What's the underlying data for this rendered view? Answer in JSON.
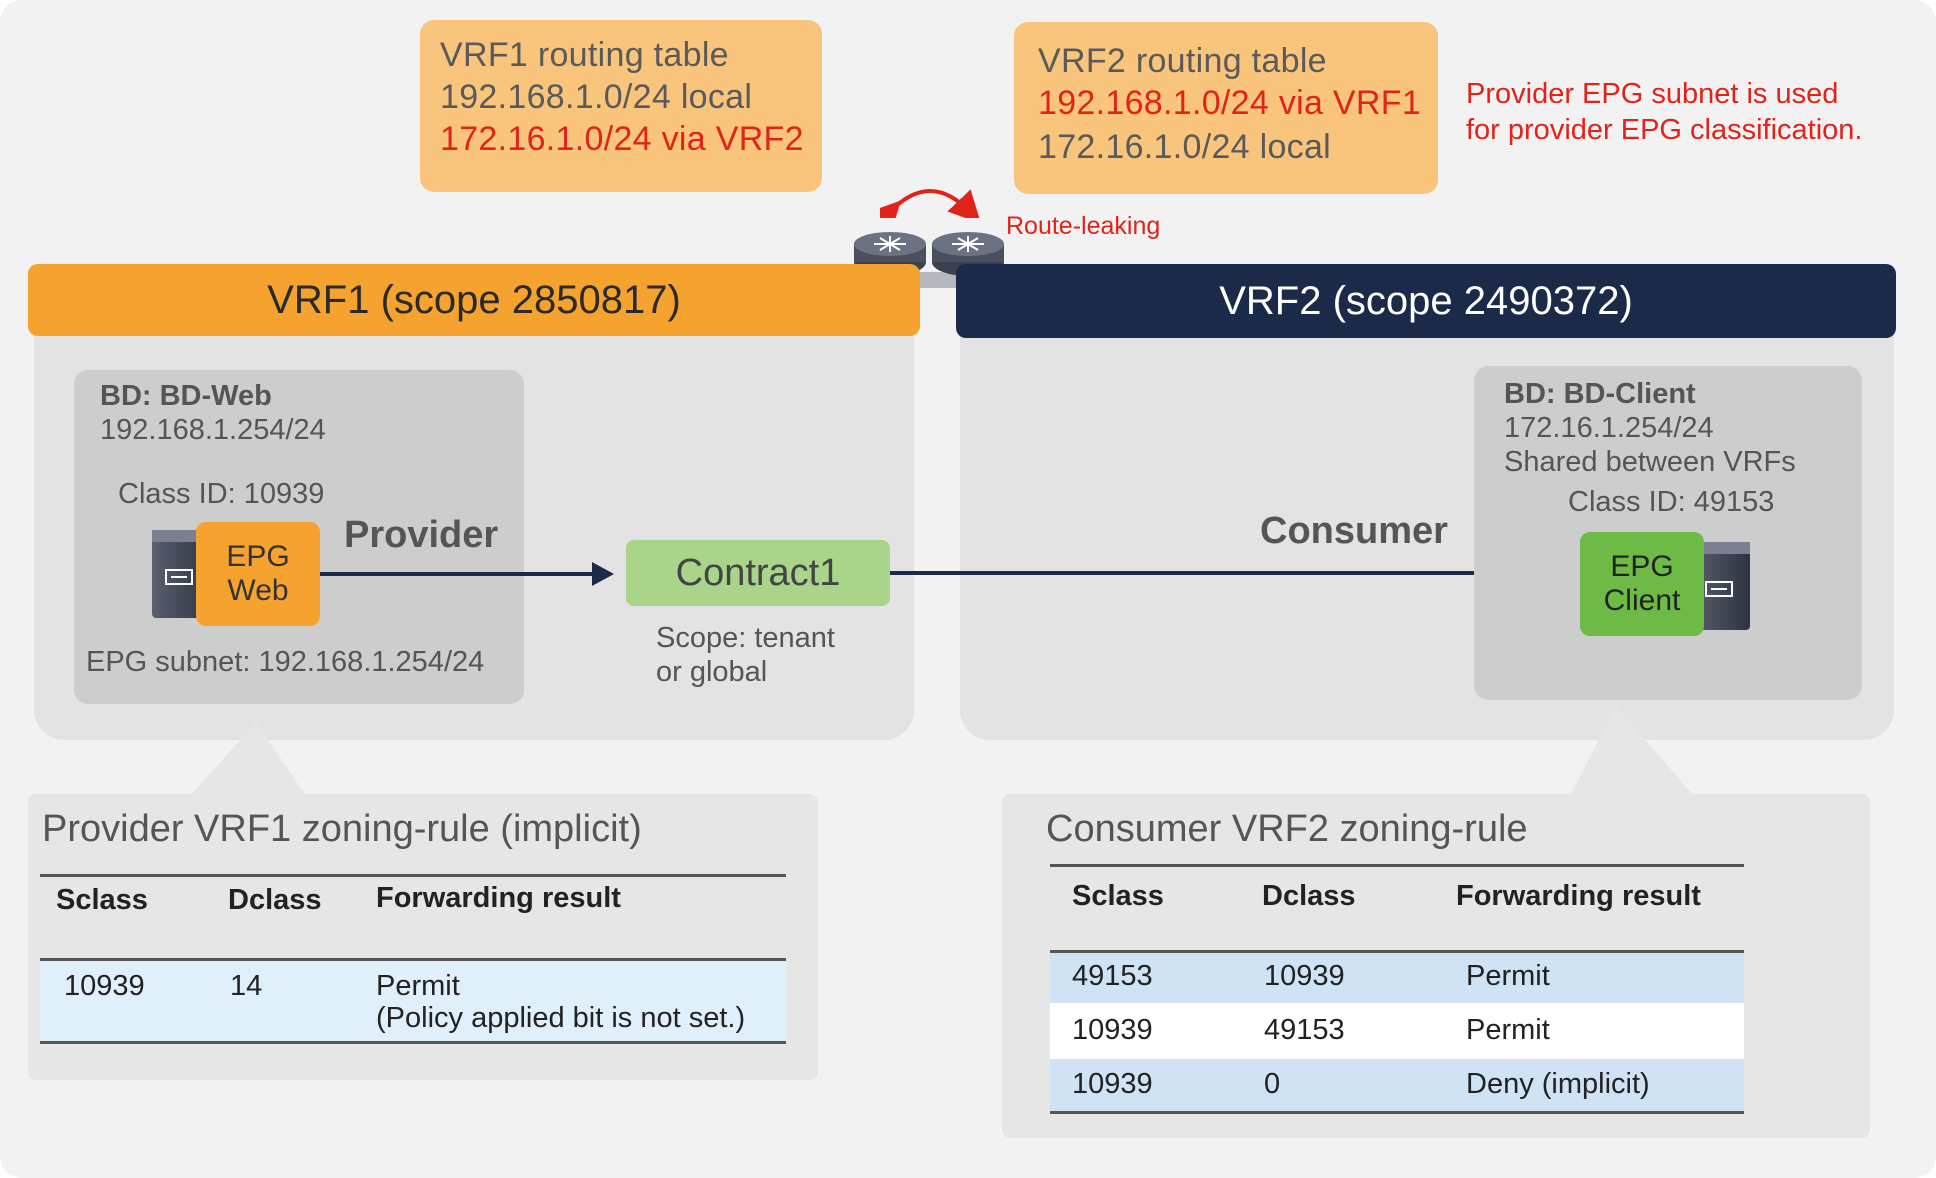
{
  "colors": {
    "vrf1_orange": "#f5a32e",
    "vrf2_navy": "#1c2a4a",
    "routing_box": "#f9c57d",
    "contract_green": "#a8d58a",
    "epg_client_green": "#6dbb46",
    "highlight_red": "#e2231a",
    "table_row_blue": "#cfe3f5"
  },
  "vrf1_routing": {
    "title": "VRF1 routing table",
    "line1": "192.168.1.0/24 local",
    "line2": "172.16.1.0/24 via VRF2"
  },
  "vrf2_routing": {
    "title": "VRF2 routing table",
    "line1": "192.168.1.0/24 via VRF1",
    "line2": "172.16.1.0/24 local"
  },
  "note": {
    "line1": "Provider EPG subnet is used",
    "line2": "for provider EPG classification."
  },
  "route_leaking": "Route-leaking",
  "vrf1": {
    "header": "VRF1 (scope 2850817)",
    "bd_title": "BD: BD-Web",
    "bd_subnet": "192.168.1.254/24",
    "class_id": "Class ID: 10939",
    "epg_line1": "EPG",
    "epg_line2": "Web",
    "role": "Provider",
    "epg_subnet": "EPG subnet: 192.168.1.254/24"
  },
  "contract": {
    "label": "Contract1",
    "scope_line1": "Scope: tenant",
    "scope_line2": "or global"
  },
  "vrf2": {
    "header": "VRF2 (scope 2490372)",
    "bd_title": "BD: BD-Client",
    "bd_subnet": "172.16.1.254/24",
    "bd_shared": "Shared between VRFs",
    "class_id": "Class ID: 49153",
    "epg_line1": "EPG",
    "epg_line2": "Client",
    "role": "Consumer"
  },
  "provider_table": {
    "title": "Provider VRF1 zoning-rule (implicit)",
    "headers": [
      "Sclass",
      "Dclass",
      "Forwarding result"
    ],
    "rows": [
      {
        "sclass": "10939",
        "dclass": "14",
        "result": "Permit",
        "result_note": "(Policy applied bit is not set.)"
      }
    ]
  },
  "consumer_table": {
    "title": "Consumer VRF2 zoning-rule",
    "headers": [
      "Sclass",
      "Dclass",
      "Forwarding result"
    ],
    "rows": [
      {
        "sclass": "49153",
        "dclass": "10939",
        "result": "Permit"
      },
      {
        "sclass": "10939",
        "dclass": "49153",
        "result": "Permit"
      },
      {
        "sclass": "10939",
        "dclass": "0",
        "result": "Deny (implicit)"
      }
    ]
  }
}
